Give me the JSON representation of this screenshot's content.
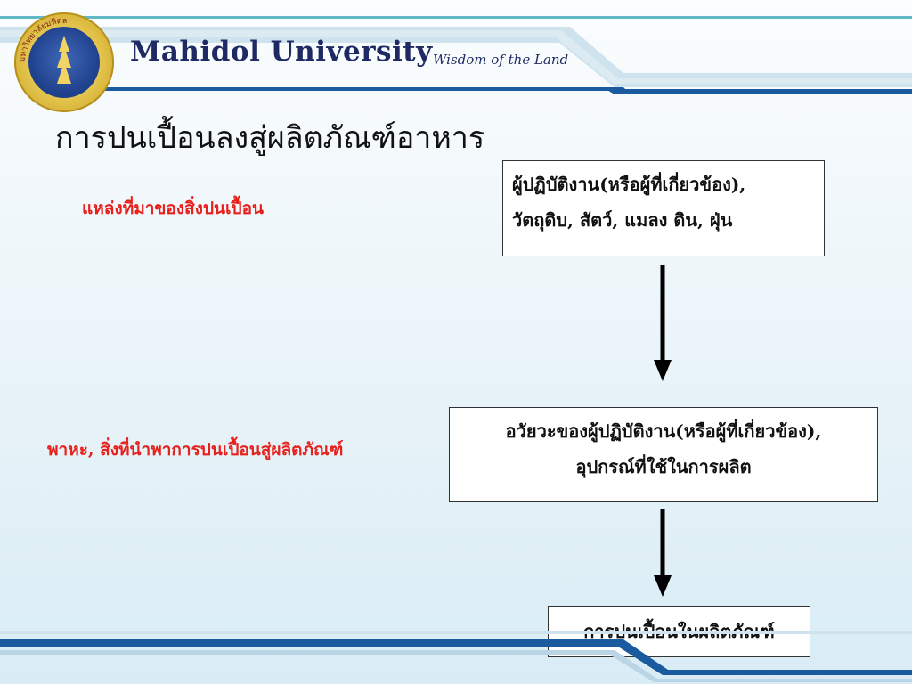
{
  "header": {
    "university_name": "Mahidol University",
    "motto": "Wisdom of the Land",
    "logo_icon": "mahidol-university-seal",
    "logo_text": "มหาวิทยาลัยมหิดล"
  },
  "title": "การปนเปื้อนลงสู่ผลิตภัณฑ์อาหาร",
  "left_labels": [
    {
      "text": "แหล่งที่มาของสิ่งปนเปื้อน"
    },
    {
      "text": "พาหะ, สิ่งที่นำพาการปนเปื้อนสู่ผลิตภัณฑ์"
    }
  ],
  "flow": {
    "boxes": [
      {
        "lines": [
          "ผู้ปฏิบัติงาน(หรือผู้ที่เกี่ยวข้อง),",
          "วัตถุดิบ, สัตว์, แมลง ดิน, ฝุ่น"
        ]
      },
      {
        "lines": [
          "อวัยวะของผู้ปฏิบัติงาน(หรือผู้ที่เกี่ยวข้อง),",
          "อุปกรณ์ที่ใช้ในการผลิต"
        ]
      },
      {
        "lines": [
          "การปนเปื้อนในผลิตภัณฑ์"
        ]
      }
    ],
    "connector": "arrow-down"
  },
  "colors": {
    "accent_red": "#e8201c",
    "navy": "#1f2a64",
    "band_dark": "#1a5a9e",
    "band_light": "#cfe3ef",
    "teal_line": "#5fb8c4"
  }
}
